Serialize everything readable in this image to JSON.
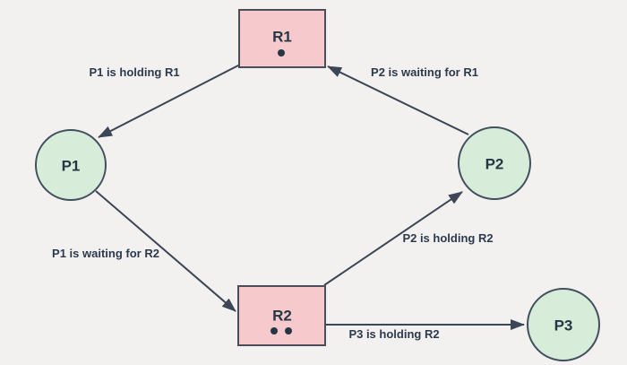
{
  "diagram": {
    "type": "resource-allocation-graph",
    "background": "#f2f1ef",
    "colors": {
      "resource_fill": "#f6c9cc",
      "resource_stroke": "#4a4e5a",
      "process_fill": "#d7ecd9",
      "process_stroke": "#42505e",
      "edge_stroke": "#3d4656",
      "label_text": "#2d3a4e",
      "node_text": "#273645"
    },
    "nodes": {
      "r1": {
        "label": "R1",
        "shape": "rectangle",
        "instances": 1
      },
      "r2": {
        "label": "R2",
        "shape": "rectangle",
        "instances": 2
      },
      "p1": {
        "label": "P1",
        "shape": "circle"
      },
      "p2": {
        "label": "P2",
        "shape": "circle"
      },
      "p3": {
        "label": "P3",
        "shape": "circle"
      }
    },
    "edges": [
      {
        "from": "R1",
        "to": "P1",
        "label": "P1 is holding R1"
      },
      {
        "from": "P2",
        "to": "R1",
        "label": "P2 is waiting for R1"
      },
      {
        "from": "P1",
        "to": "R2",
        "label": "P1 is waiting for R2"
      },
      {
        "from": "R2",
        "to": "P2",
        "label": "P2 is holding R2"
      },
      {
        "from": "R2",
        "to": "P3",
        "label": "P3 is holding R2"
      }
    ]
  }
}
